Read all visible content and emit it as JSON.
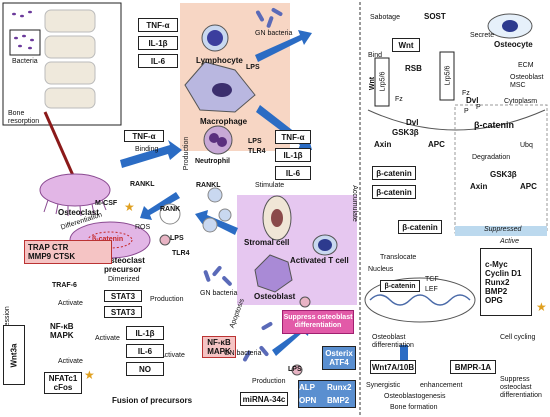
{
  "left": {
    "bacteria": "Bacteria",
    "bone_resorption": "Bone resorption",
    "osteoclast": "Osteoclast",
    "differentiation": "Differentiation",
    "mcsf": "M-CSF",
    "rankl_left": "RANKL",
    "binding": "Binding",
    "rank": "RANK",
    "production": "Production",
    "tnf_left": "TNF-α",
    "beta_catenin": "β-catenin",
    "ros": "ROS",
    "osteoclast_precursor": "Osteoclast precursor",
    "lps_mid": "LPS",
    "tlr4_mid": "TLR4",
    "trap": "TRAP",
    "ctr": "CTR",
    "mmp9": "MMP9",
    "ctsk": "CTSK",
    "expression": "Expression",
    "traf6": "TRAF-6",
    "activate1": "Activate",
    "activate2": "Activate",
    "activate3": "Activate",
    "activate4": "Activate",
    "nfkb_mapk": "NF-κB MAPK",
    "dimerized": "Dimerized",
    "stat3a": "STAT3",
    "stat3b": "STAT3",
    "production2": "Production",
    "il1b_b": "IL-1β",
    "il6_b": "IL-6",
    "no": "NO",
    "nfkb_mapk2": "NF-κB MAPK",
    "apoptosis": "Apoptosis",
    "wnt3a": "Wnt3a",
    "nfatc1": "NFATc1",
    "cfos": "cFos",
    "fusion": "Fusion of precursors",
    "star": "★"
  },
  "top": {
    "tnf": "TNF-α",
    "il1b": "IL-1β",
    "il6": "IL-6",
    "lymphocyte": "Lymphocyte",
    "lps": "LPS",
    "gn_bacteria": "GN bacteria",
    "macrophage": "Macrophage",
    "neutrophil": "Neutrophil",
    "lps2": "LPS",
    "tlr4": "TLR4",
    "tnf2": "TNF-α",
    "il1b2": "IL-1β",
    "il62": "IL-6",
    "stimulate": "Stimulate",
    "rankl": "RANKL"
  },
  "mid": {
    "stromal": "Stromal cell",
    "activated_t": "Activated T cell",
    "osteoblast": "Osteoblast",
    "gn_bacteria2": "GN bacteria",
    "suppress": "Suppress osteoblast differentiation",
    "gn_bacteria3": "GN bacteria",
    "lps3": "LPS",
    "osterix": "Osterix",
    "atf4": "ATF4",
    "production3": "Production",
    "mirna": "miRNA-34c",
    "alp": "ALP",
    "opn": "OPN",
    "runx2": "Runx2",
    "bmp2": "BMP2"
  },
  "right": {
    "sabotage": "Sabotage",
    "sost": "SOST",
    "osteocyte": "Osteocyte",
    "secrete": "Secrete",
    "bind": "Bind",
    "wnt": "Wnt",
    "rsb": "RSB",
    "ecm": "ECM",
    "osteoblast_msc": "Osteoblast MSC",
    "wnt_rec": "Wnt",
    "lrp": "Lrp5/6",
    "fz": "Fz",
    "lrp2": "Lrp5/6",
    "fz2": "Fz",
    "dvl": "Dvl",
    "dvl2": "Dvl",
    "cytoplasm": "Cytoplasm",
    "gsk3b": "GSK3β",
    "axin": "Axin",
    "apc": "APC",
    "p1": "P",
    "p2": "P",
    "bcat_p": "β-catenin",
    "ubq": "Ubq",
    "degradation": "Degradation",
    "gsk3b2": "GSK3β",
    "axin2": "Axin",
    "apc2": "APC",
    "suppressed": "Suppressed",
    "active": "Active",
    "accumulate": "Accumulate",
    "bcat1": "β-catenin",
    "bcat2": "β-catenin",
    "bcat3": "β-catenin",
    "translocate": "Translocate",
    "nucleus": "Nucleus",
    "bcat_n": "β-catenin",
    "tcf": "TCF",
    "lef": "LEF",
    "cmyc": "c-Myc",
    "cyclin": "Cyclin D1",
    "runx2r": "Runx2",
    "bmp2r": "BMP2",
    "opg": "OPG",
    "ob_diff": "Osteoblast differentiation",
    "cell_cycling": "Cell cycling",
    "wnt7a": "Wnt7A/10B",
    "bmpr": "BMPR-1A",
    "synergistic": "Synergistic",
    "enhancement": "enhancement",
    "osteoblastogenesis": "Osteoblastogenesis",
    "bone_formation": "Bone formation",
    "suppress_ob": "Suppress osteoclast differentiation"
  }
}
